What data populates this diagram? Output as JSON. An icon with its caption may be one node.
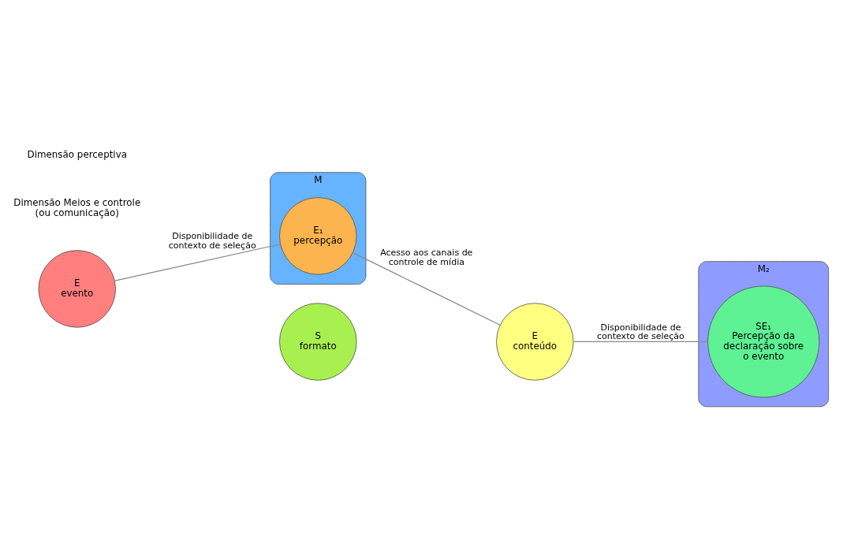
{
  "diagram": {
    "nodes": [
      {
        "text": [
          "E",
          "evento"
        ]
      },
      {
        "text": [
          "M"
        ]
      },
      {
        "text": [
          "E₁",
          "percepção"
        ],
        "in": 1
      },
      {
        "text": [
          "S",
          "formato"
        ]
      },
      {
        "text": [
          "E",
          "conteúdo"
        ]
      },
      {
        "text": [
          "M₂"
        ]
      },
      {
        "text": [
          "SE₁",
          "Percepção da declaração sobre o evento"
        ],
        "in": 5
      }
    ],
    "edges": [
      {
        "from": 0,
        "to": 2,
        "arrow": "none",
        "label": "Disponibilidade de contexto de seleção"
      },
      {
        "from": 2,
        "to": 4,
        "arrow": "none",
        "label": "Acesso aos canais de controle de mídia"
      },
      {
        "from": 4,
        "to": 6,
        "arrow": "none",
        "label": "Disponibilidade de contexto de seleção"
      }
    ],
    "labels": [
      "Dimensão Meios e controle (ou comunicação)",
      "Dimensão perceptiva"
    ]
  }
}
